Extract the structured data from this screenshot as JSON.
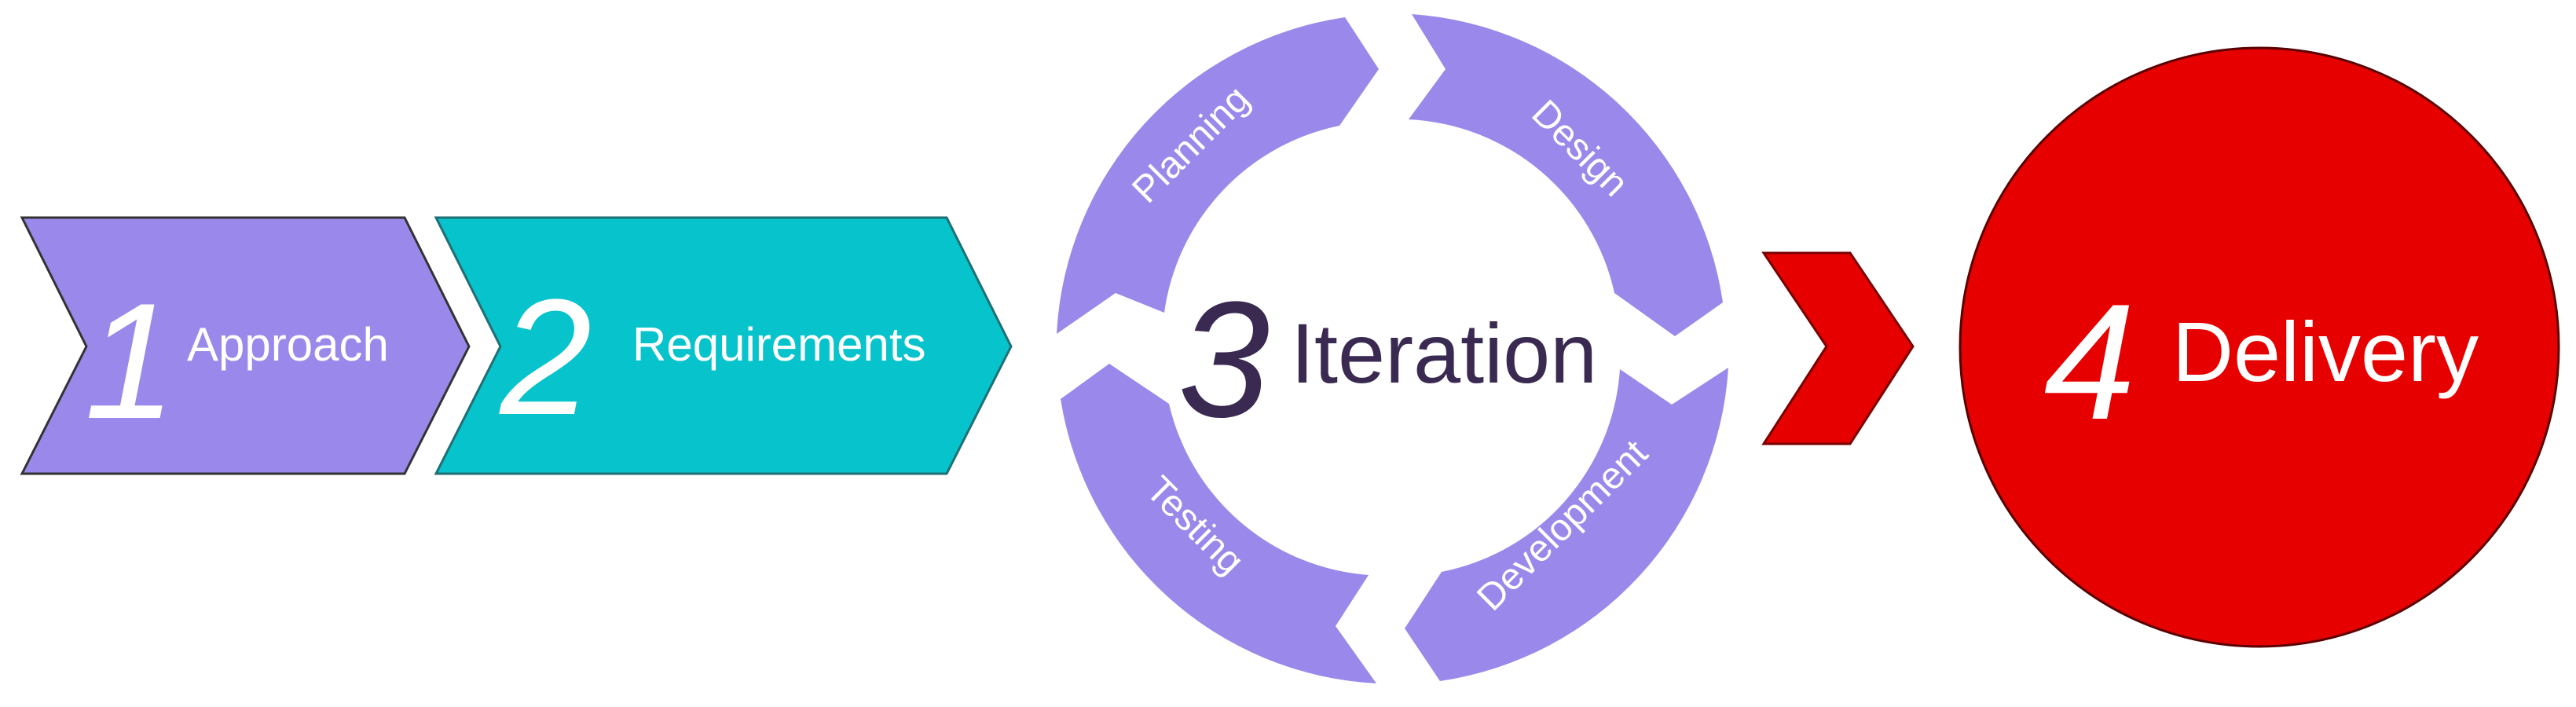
{
  "stages": [
    {
      "number": "1",
      "label": "Approach"
    },
    {
      "number": "2",
      "label": "Requirements"
    },
    {
      "number": "3",
      "label": "Iteration"
    },
    {
      "number": "4",
      "label": "Delivery"
    }
  ],
  "cycle": {
    "labels": [
      "Planning",
      "Design",
      "Development",
      "Testing"
    ]
  },
  "colors": {
    "purple": "#9a88ea",
    "teal": "#07c3cb",
    "red": "#e60000",
    "dark_text": "#3a2a52",
    "white_text": "#ffffff"
  }
}
